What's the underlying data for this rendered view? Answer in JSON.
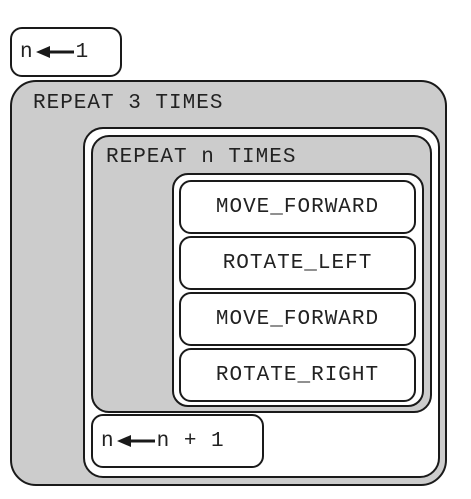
{
  "init_assign": {
    "var": "n",
    "value": "1",
    "arrow_icon": "left-arrow-icon"
  },
  "outer_repeat": {
    "label": "REPEAT 3 TIMES"
  },
  "inner_repeat": {
    "label": "REPEAT n TIMES",
    "commands": [
      {
        "label": "MOVE_FORWARD"
      },
      {
        "label": "ROTATE_LEFT"
      },
      {
        "label": "MOVE_FORWARD"
      },
      {
        "label": "ROTATE_RIGHT"
      }
    ]
  },
  "increment_assign": {
    "var": "n",
    "expr": "n + 1",
    "arrow_icon": "left-arrow-icon"
  },
  "colors": {
    "block_fill": "#cccccc",
    "outline": "#1a1a1a",
    "text": "#222222"
  }
}
